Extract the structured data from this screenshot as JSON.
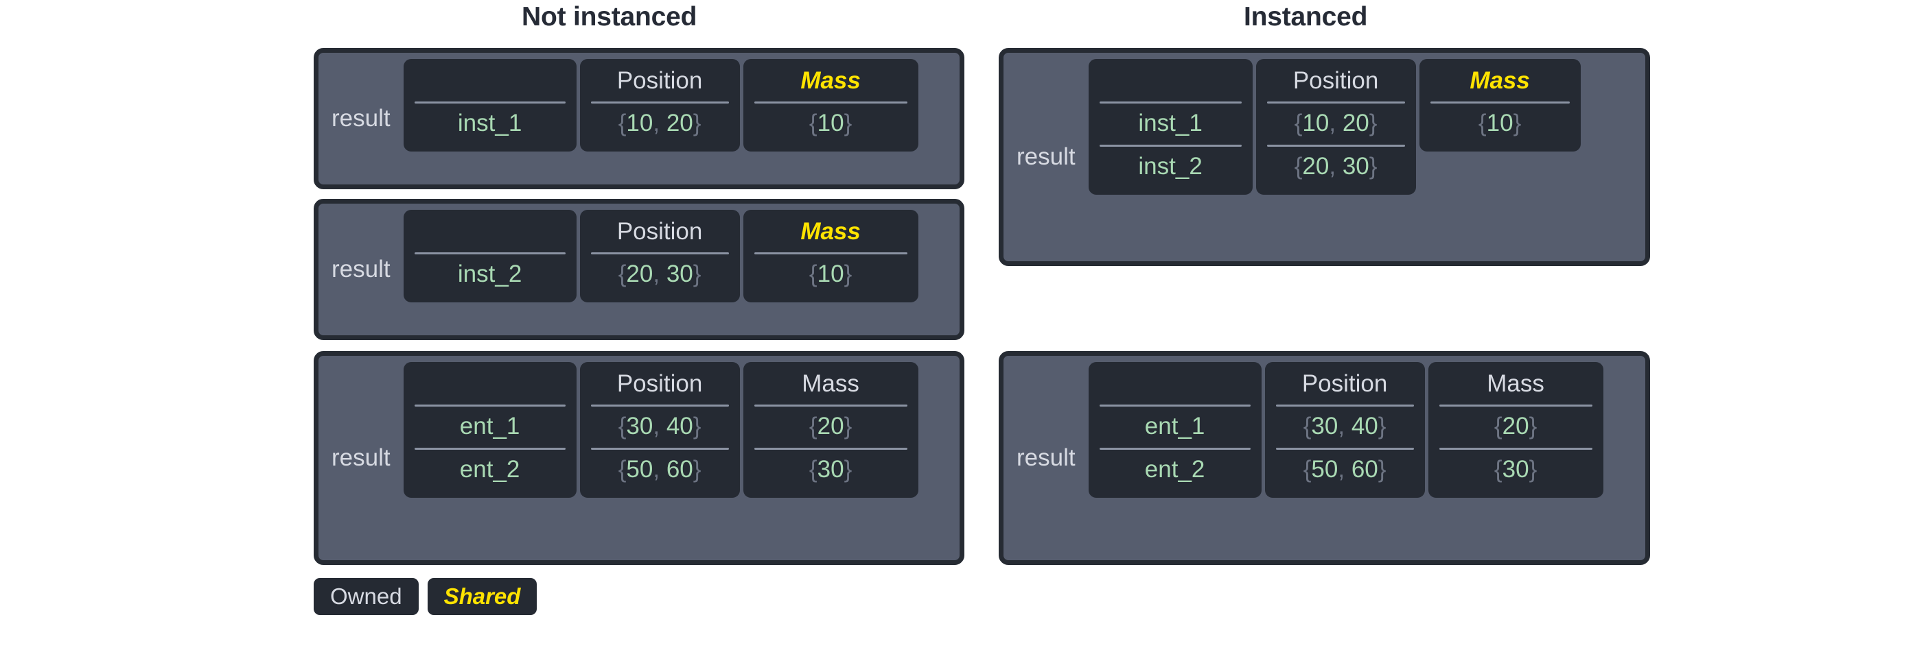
{
  "panels": [
    {
      "title": "Not instanced"
    },
    {
      "title": "Instanced"
    }
  ],
  "colors": {
    "page_background": "#ffffff",
    "title_text": "#262b36",
    "card_fill": "#565d6e",
    "card_border": "#262b33",
    "column_fill": "#252a33",
    "header_text": "#d7dae2",
    "shared_accent": "#ffe300",
    "value_green": "#a9d9b3",
    "brace_gray": "#6d7483",
    "divider": "#8b93a3"
  },
  "labels": {
    "row_label": "result",
    "header_position": "Position",
    "header_mass": "Mass",
    "header_name": ""
  },
  "tables": [
    {
      "id": "not-instanced-1",
      "label": "result",
      "columns": [
        {
          "header": "",
          "shared": false
        },
        {
          "header": "Position",
          "shared": false
        },
        {
          "header": "Mass",
          "shared": true
        }
      ],
      "rows": [
        {
          "name": "inst_1",
          "position": "{10, 20}",
          "mass": "{10}"
        }
      ]
    },
    {
      "id": "not-instanced-2",
      "label": "result",
      "columns": [
        {
          "header": "",
          "shared": false
        },
        {
          "header": "Position",
          "shared": false
        },
        {
          "header": "Mass",
          "shared": true
        }
      ],
      "rows": [
        {
          "name": "inst_2",
          "position": "{20, 30}",
          "mass": "{10}"
        }
      ]
    },
    {
      "id": "not-instanced-3",
      "label": "result",
      "columns": [
        {
          "header": "",
          "shared": false
        },
        {
          "header": "Position",
          "shared": false
        },
        {
          "header": "Mass",
          "shared": false
        }
      ],
      "rows": [
        {
          "name": "ent_1",
          "position": "{30, 40}",
          "mass": "{20}"
        },
        {
          "name": "ent_2",
          "position": "{50, 60}",
          "mass": "{30}"
        }
      ]
    },
    {
      "id": "instanced-1",
      "label": "result",
      "columns": [
        {
          "header": "",
          "shared": false
        },
        {
          "header": "Position",
          "shared": false
        },
        {
          "header": "Mass",
          "shared": true
        }
      ],
      "rows": [
        {
          "name": "inst_1",
          "position": "{10, 20}",
          "mass": "{10}"
        },
        {
          "name": "inst_2",
          "position": "{20, 30}",
          "mass": ""
        }
      ]
    },
    {
      "id": "instanced-2",
      "label": "result",
      "columns": [
        {
          "header": "",
          "shared": false
        },
        {
          "header": "Position",
          "shared": false
        },
        {
          "header": "Mass",
          "shared": false
        }
      ],
      "rows": [
        {
          "name": "ent_1",
          "position": "{30, 40}",
          "mass": "{20}"
        },
        {
          "name": "ent_2",
          "position": "{50, 60}",
          "mass": "{30}"
        }
      ]
    }
  ],
  "legend": {
    "items": [
      {
        "label": "Owned",
        "shared": false
      },
      {
        "label": "Shared",
        "shared": true
      }
    ]
  }
}
